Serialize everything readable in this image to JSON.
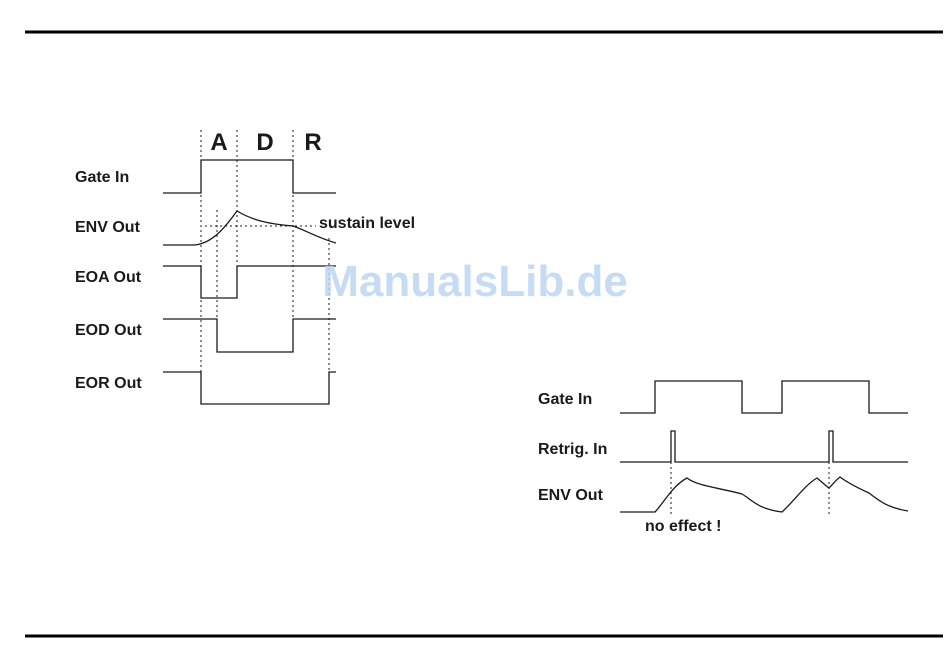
{
  "left_diagram": {
    "phases": [
      "A",
      "D",
      "R"
    ],
    "signals": [
      "Gate In",
      "ENV Out",
      "EOA Out",
      "EOD Out",
      "EOR Out"
    ],
    "annotation": "sustain level"
  },
  "right_diagram": {
    "signals": [
      "Gate In",
      "Retrig. In",
      "ENV Out"
    ],
    "annotation": "no effect !"
  },
  "watermark": "ManualsLib.de"
}
